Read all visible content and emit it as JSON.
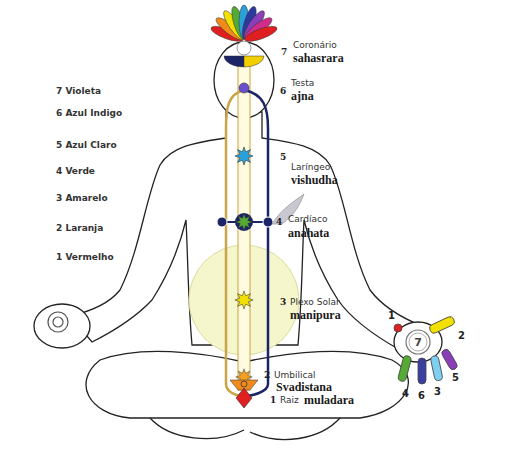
{
  "diagram": {
    "nodes": [
      {
        "text": [
          "7"
        ]
      }
    ],
    "labels": [
      "7 Violeta",
      "6 Azul Indigo",
      "5 Azul Claro",
      "4 Verde",
      "3 Amarelo",
      "2 Laranja",
      "1 Vermelho",
      "7",
      "Coronário",
      "sahasrara",
      "6",
      "Testa",
      "ajna",
      "5",
      "Laríngeo",
      "vishudha",
      "4",
      "Cardíaco",
      "anahata",
      "3",
      "Plexo Solar",
      "manipura",
      "2",
      "Umbilical",
      "Svadistana",
      "1",
      "Raiz",
      "muladara",
      "1",
      "2",
      "4",
      "6",
      "3",
      "5"
    ]
  }
}
